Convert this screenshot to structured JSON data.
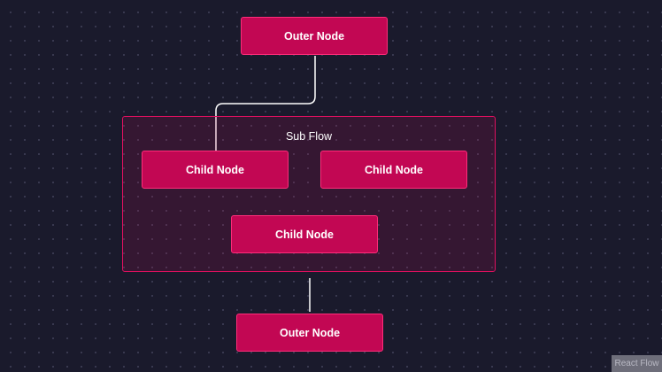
{
  "nodes": {
    "outer_top": "Outer Node",
    "child_left": "Child Node",
    "child_right": "Child Node",
    "child_bottom": "Child Node",
    "outer_bottom": "Outer Node"
  },
  "group": {
    "label": "Sub Flow"
  },
  "attribution": "React Flow",
  "colors": {
    "background": "#1a1a2c",
    "node_fill": "#c20753",
    "node_border": "#ff2d7a",
    "group_border": "#e0105f",
    "edge": "#ffffff"
  }
}
